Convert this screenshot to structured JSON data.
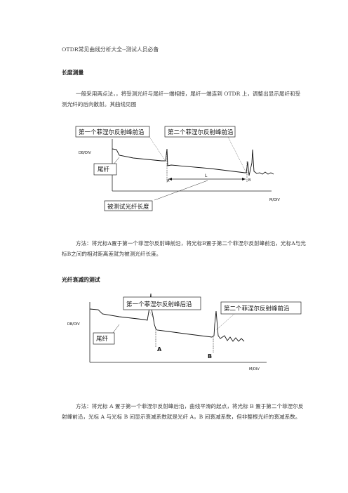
{
  "doc": {
    "title": "OTDR常见曲线分析大全--测试人员必备",
    "section1": {
      "heading": "长度测量",
      "para": "一般采用两点法，，将受测光纤与尾纤一端相接，尾纤一端连到 OTDR 上，调整出显示尾纤和受测光纤的后向散射。其曲线见图",
      "method": "方法：将光标A置于第一个菲涅尔反射峰前沿，将光标B置于第二个菲涅尔反射峰前沿，光标A与光标B之间的相对距离差就为被测光纤长度。"
    },
    "figure1": {
      "label_first": "第一个菲涅尔反射峰前沿",
      "label_second": "第二个菲涅尔反射峰前沿",
      "y_axis": "DB/DIV",
      "x_axis": "M/DIV",
      "pigtail": "尾纤",
      "marker_a": "A",
      "marker_l": "L",
      "marker_b": "B",
      "fiber_length": "被测试光纤长度"
    },
    "section2": {
      "heading": "光纤衰减的测试",
      "method": "方法：将光标 A 置于第一个菲涅尔反射峰后沿，曲线平滑的起点，将光标 B 置于第二个菲涅尔反射峰前沿，光标 A 与光标 B 间显示衰减系数就是光纤 A，B 间衰减系数，但非整根光纤的衰减系数。"
    },
    "figure2": {
      "label_first": "第一个菲涅尔反射峰后沿",
      "label_second": "第二个菲涅尔反射峰前沿",
      "y_axis": "DB/DIV",
      "x_axis": "M/DIV",
      "pigtail": "尾纤",
      "marker_a": "A",
      "marker_b": "B"
    }
  }
}
